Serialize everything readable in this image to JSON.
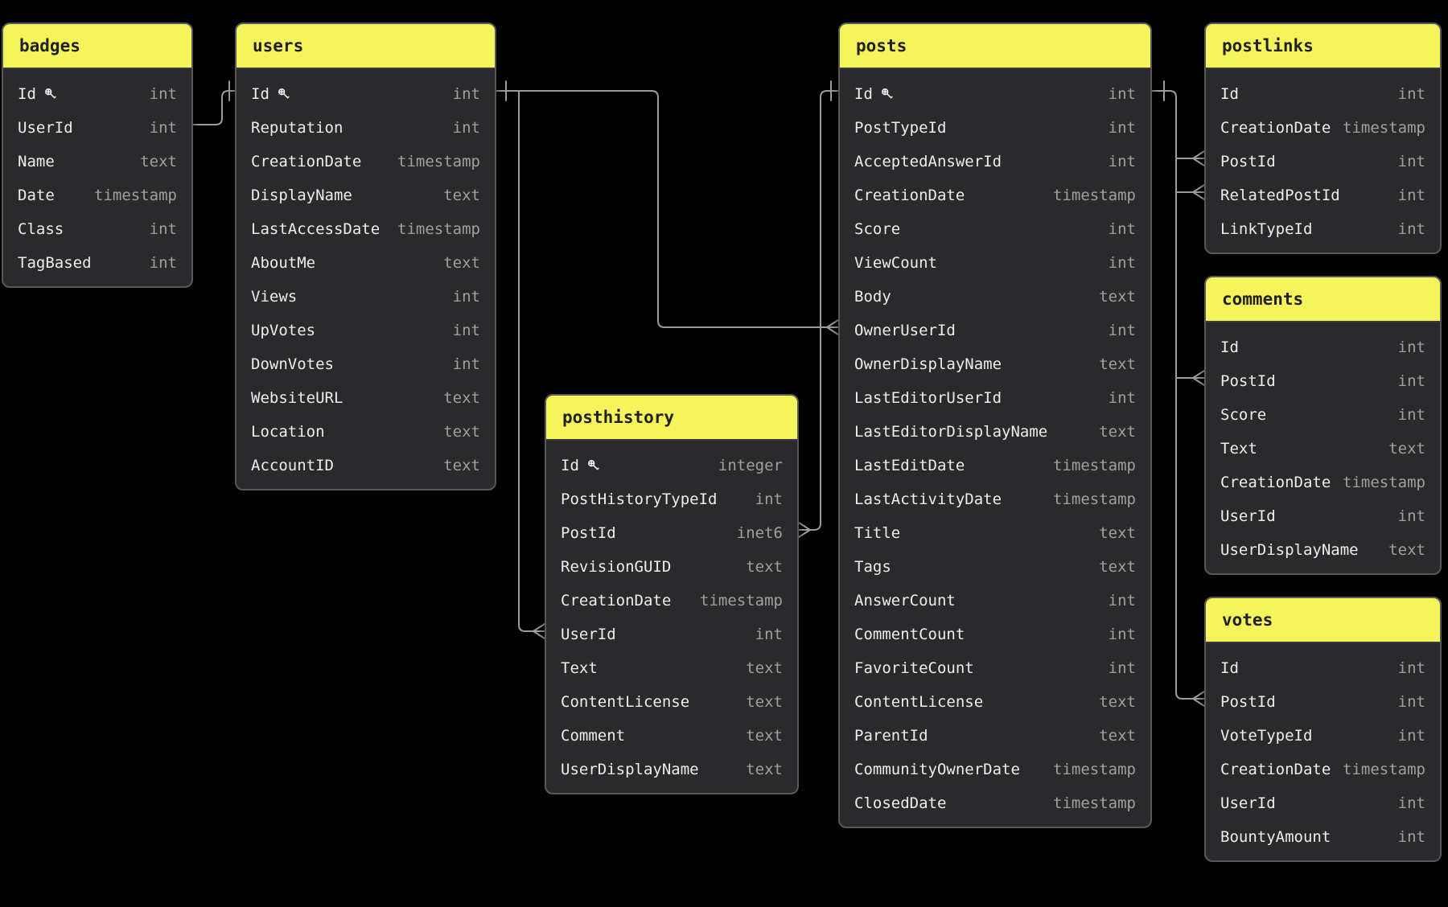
{
  "diagram": {
    "background_color": "#000000",
    "table_header_color": "#f5f45c",
    "table_body_color": "#2a2a2c",
    "table_border_color": "#58585a",
    "field_name_color": "#ededed",
    "field_type_color": "#a0a0a0",
    "wire_color": "#9c9c9c",
    "tables": [
      {
        "title": "badges",
        "fields": [
          {
            "name": "Id",
            "type": "int",
            "key": true
          },
          {
            "name": "UserId",
            "type": "int"
          },
          {
            "name": "Name",
            "type": "text"
          },
          {
            "name": "Date",
            "type": "timestamp"
          },
          {
            "name": "Class",
            "type": "int"
          },
          {
            "name": "TagBased",
            "type": "int"
          }
        ]
      },
      {
        "title": "users",
        "fields": [
          {
            "name": "Id",
            "type": "int",
            "key": true
          },
          {
            "name": "Reputation",
            "type": "int"
          },
          {
            "name": "CreationDate",
            "type": "timestamp"
          },
          {
            "name": "DisplayName",
            "type": "text"
          },
          {
            "name": "LastAccessDate",
            "type": "timestamp"
          },
          {
            "name": "AboutMe",
            "type": "text"
          },
          {
            "name": "Views",
            "type": "int"
          },
          {
            "name": "UpVotes",
            "type": "int"
          },
          {
            "name": "DownVotes",
            "type": "int"
          },
          {
            "name": "WebsiteURL",
            "type": "text"
          },
          {
            "name": "Location",
            "type": "text"
          },
          {
            "name": "AccountID",
            "type": "text"
          }
        ]
      },
      {
        "title": "posthistory",
        "fields": [
          {
            "name": "Id",
            "type": "integer",
            "key": true
          },
          {
            "name": "PostHistoryTypeId",
            "type": "int"
          },
          {
            "name": "PostId",
            "type": "inet6"
          },
          {
            "name": "RevisionGUID",
            "type": "text"
          },
          {
            "name": "CreationDate",
            "type": "timestamp"
          },
          {
            "name": "UserId",
            "type": "int"
          },
          {
            "name": "Text",
            "type": "text"
          },
          {
            "name": "ContentLicense",
            "type": "text"
          },
          {
            "name": "Comment",
            "type": "text"
          },
          {
            "name": "UserDisplayName",
            "type": "text"
          }
        ]
      },
      {
        "title": "posts",
        "fields": [
          {
            "name": "Id",
            "type": "int",
            "key": true
          },
          {
            "name": "PostTypeId",
            "type": "int"
          },
          {
            "name": "AcceptedAnswerId",
            "type": "int"
          },
          {
            "name": "CreationDate",
            "type": "timestamp"
          },
          {
            "name": "Score",
            "type": "int"
          },
          {
            "name": "ViewCount",
            "type": "int"
          },
          {
            "name": "Body",
            "type": "text"
          },
          {
            "name": "OwnerUserId",
            "type": "int"
          },
          {
            "name": "OwnerDisplayName",
            "type": "text"
          },
          {
            "name": "LastEditorUserId",
            "type": "int"
          },
          {
            "name": "LastEditorDisplayName",
            "type": "text"
          },
          {
            "name": "LastEditDate",
            "type": "timestamp"
          },
          {
            "name": "LastActivityDate",
            "type": "timestamp"
          },
          {
            "name": "Title",
            "type": "text"
          },
          {
            "name": "Tags",
            "type": "text"
          },
          {
            "name": "AnswerCount",
            "type": "int"
          },
          {
            "name": "CommentCount",
            "type": "int"
          },
          {
            "name": "FavoriteCount",
            "type": "int"
          },
          {
            "name": "ContentLicense",
            "type": "text"
          },
          {
            "name": "ParentId",
            "type": "text"
          },
          {
            "name": "CommunityOwnerDate",
            "type": "timestamp"
          },
          {
            "name": "ClosedDate",
            "type": "timestamp"
          }
        ]
      },
      {
        "title": "postlinks",
        "fields": [
          {
            "name": "Id",
            "type": "int"
          },
          {
            "name": "CreationDate",
            "type": "timestamp"
          },
          {
            "name": "PostId",
            "type": "int"
          },
          {
            "name": "RelatedPostId",
            "type": "int"
          },
          {
            "name": "LinkTypeId",
            "type": "int"
          }
        ]
      },
      {
        "title": "comments",
        "fields": [
          {
            "name": "Id",
            "type": "int"
          },
          {
            "name": "PostId",
            "type": "int"
          },
          {
            "name": "Score",
            "type": "int"
          },
          {
            "name": "Text",
            "type": "text"
          },
          {
            "name": "CreationDate",
            "type": "timestamp"
          },
          {
            "name": "UserId",
            "type": "int"
          },
          {
            "name": "UserDisplayName",
            "type": "text"
          }
        ]
      },
      {
        "title": "votes",
        "fields": [
          {
            "name": "Id",
            "type": "int"
          },
          {
            "name": "PostId",
            "type": "int"
          },
          {
            "name": "VoteTypeId",
            "type": "int"
          },
          {
            "name": "CreationDate",
            "type": "timestamp"
          },
          {
            "name": "UserId",
            "type": "int"
          },
          {
            "name": "BountyAmount",
            "type": "int"
          }
        ]
      }
    ],
    "relations": [
      {
        "from": "badges.UserId",
        "to": "users.Id",
        "from_cardinality": "many",
        "to_cardinality": "one"
      },
      {
        "from": "posts.OwnerUserId",
        "to": "users.Id",
        "from_cardinality": "many",
        "to_cardinality": "one"
      },
      {
        "from": "posthistory.UserId",
        "to": "users.Id",
        "from_cardinality": "many",
        "to_cardinality": "one"
      },
      {
        "from": "posthistory.PostId",
        "to": "posts.Id",
        "from_cardinality": "many",
        "to_cardinality": "one"
      },
      {
        "from": "postlinks.PostId",
        "to": "posts.Id",
        "from_cardinality": "many",
        "to_cardinality": "one"
      },
      {
        "from": "postlinks.RelatedPostId",
        "to": "posts.Id",
        "from_cardinality": "many",
        "to_cardinality": "one"
      },
      {
        "from": "comments.PostId",
        "to": "posts.Id",
        "from_cardinality": "many",
        "to_cardinality": "one"
      },
      {
        "from": "votes.PostId",
        "to": "posts.Id",
        "from_cardinality": "many",
        "to_cardinality": "one"
      }
    ]
  }
}
